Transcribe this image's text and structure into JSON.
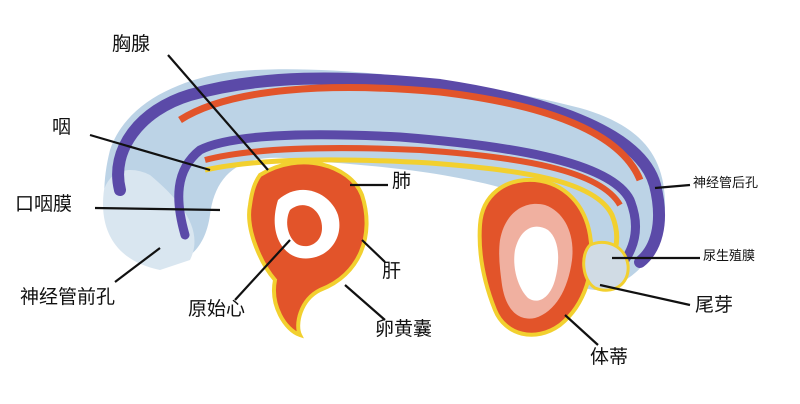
{
  "labels": {
    "thymus": "胸腺",
    "pharynx": "咽",
    "oropharyngeal_membrane": "口咽膜",
    "anterior_neuropore": "神经管前孔",
    "primitive_heart": "原始心",
    "lung": "肺",
    "liver": "肝",
    "yolk_sac": "卵黄囊",
    "posterior_neuropore": "神经管后孔",
    "cloacal_membrane": "尿生殖膜",
    "tail_bud": "尾芽",
    "body_stalk": "体蒂"
  },
  "colors": {
    "neural_tube": "#5b4aa8",
    "mesoderm": "#e2542a",
    "endoderm": "#f2d02f",
    "amnion": "#bcd3e6",
    "cavity": "#ffffff",
    "stalk_pink": "#f0b0a0",
    "leader": "#111111"
  }
}
